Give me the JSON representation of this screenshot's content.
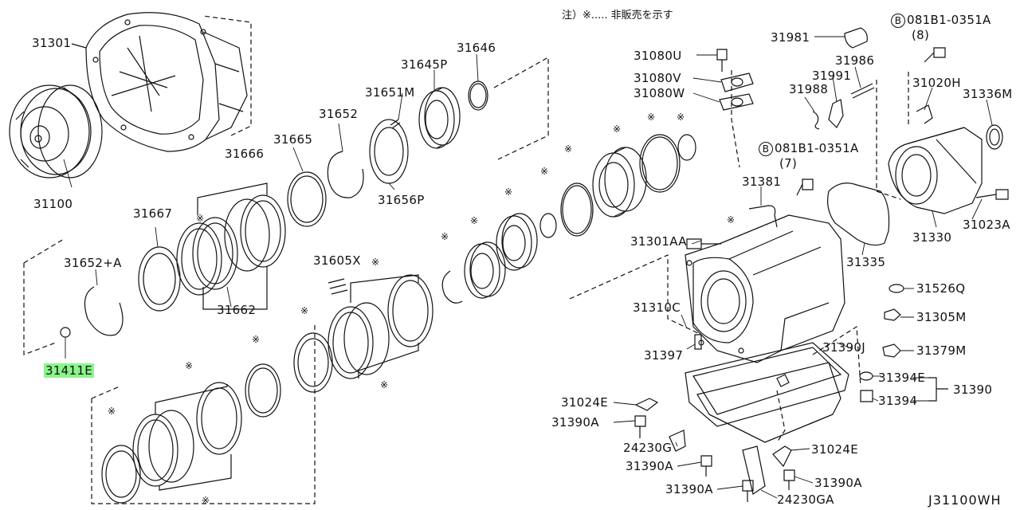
{
  "note": "注）※..... 非販売を示す",
  "diagram_code": "J31100WH",
  "star_symbol": "※",
  "bolt_prefix": "B",
  "parts": [
    {
      "id": "p31301",
      "text": "31301"
    },
    {
      "id": "p31100",
      "text": "31100"
    },
    {
      "id": "p31666",
      "text": "31666"
    },
    {
      "id": "p31665",
      "text": "31665"
    },
    {
      "id": "p31652",
      "text": "31652"
    },
    {
      "id": "p31651M",
      "text": "31651M"
    },
    {
      "id": "p31645P",
      "text": "31645P"
    },
    {
      "id": "p31646",
      "text": "31646"
    },
    {
      "id": "p31656P",
      "text": "31656P"
    },
    {
      "id": "p31667",
      "text": "31667"
    },
    {
      "id": "p31652A",
      "text": "31652+A"
    },
    {
      "id": "p31662",
      "text": "31662"
    },
    {
      "id": "p31605X",
      "text": "31605X"
    },
    {
      "id": "p31411E",
      "text": "31411E",
      "highlight": true
    },
    {
      "id": "p31080U",
      "text": "31080U"
    },
    {
      "id": "p31080V",
      "text": "31080V"
    },
    {
      "id": "p31080W",
      "text": "31080W"
    },
    {
      "id": "p31981",
      "text": "31981"
    },
    {
      "id": "p31986",
      "text": "31986"
    },
    {
      "id": "p31991",
      "text": "31991"
    },
    {
      "id": "p31988",
      "text": "31988"
    },
    {
      "id": "p31020H",
      "text": "31020H"
    },
    {
      "id": "p31336M",
      "text": "31336M"
    },
    {
      "id": "p31381",
      "text": "31381"
    },
    {
      "id": "p31301AA",
      "text": "31301AA"
    },
    {
      "id": "p31335",
      "text": "31335"
    },
    {
      "id": "p31330",
      "text": "31330"
    },
    {
      "id": "p31023A",
      "text": "31023A"
    },
    {
      "id": "p31526Q",
      "text": "31526Q"
    },
    {
      "id": "p31305M",
      "text": "31305M"
    },
    {
      "id": "p31310C",
      "text": "31310C"
    },
    {
      "id": "p31397",
      "text": "31397"
    },
    {
      "id": "p31390J",
      "text": "31390J"
    },
    {
      "id": "p31379M",
      "text": "31379M"
    },
    {
      "id": "p31394E",
      "text": "31394E"
    },
    {
      "id": "p31390",
      "text": "31390"
    },
    {
      "id": "p31394",
      "text": "31394"
    },
    {
      "id": "p31024E_l",
      "text": "31024E"
    },
    {
      "id": "p31390A_1",
      "text": "31390A"
    },
    {
      "id": "p24230G",
      "text": "24230G"
    },
    {
      "id": "p31390A_2",
      "text": "31390A"
    },
    {
      "id": "p31024E_r",
      "text": "31024E"
    },
    {
      "id": "p31390A_3",
      "text": "31390A"
    },
    {
      "id": "p31390A_4",
      "text": "31390A"
    },
    {
      "id": "p24230GA",
      "text": "24230GA"
    }
  ],
  "bolts": [
    {
      "id": "b1",
      "code": "081B1-0351A",
      "qty": "(8)"
    },
    {
      "id": "b2",
      "code": "081B1-0351A",
      "qty": "(7)"
    }
  ]
}
